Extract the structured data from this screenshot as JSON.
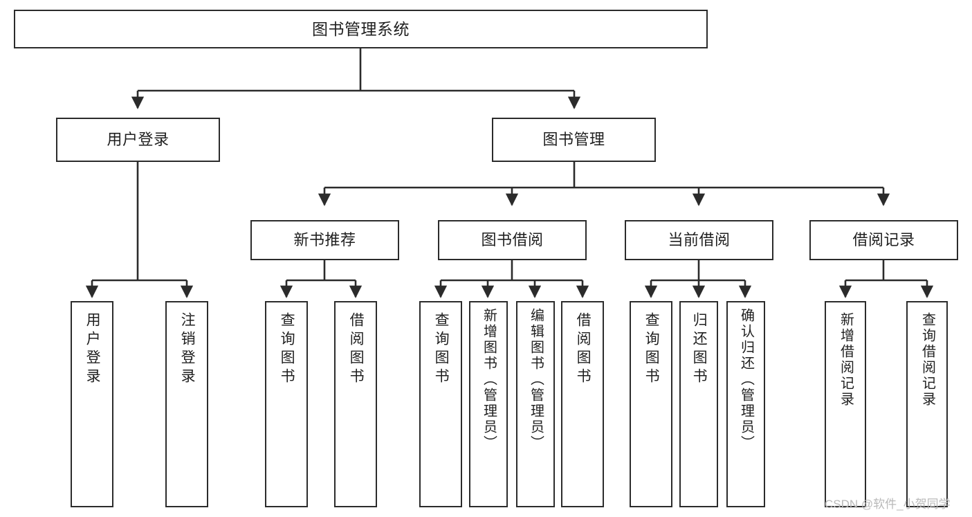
{
  "diagram": {
    "type": "tree",
    "title": "图书管理系统",
    "orientation": "top-down",
    "colors": {
      "background": "#ffffff",
      "node_border": "#2b2b2b",
      "node_fill": "#ffffff",
      "text": "#1f1f1f",
      "edge": "#2b2b2b",
      "watermark": "#b9b9b9"
    },
    "watermark": "CSDN @软件_小贺同学",
    "nodes": {
      "root": {
        "label": "图书管理系统"
      },
      "level2": [
        {
          "label": "用户登录"
        },
        {
          "label": "图书管理"
        }
      ],
      "level3": [
        {
          "label": "新书推荐"
        },
        {
          "label": "图书借阅"
        },
        {
          "label": "当前借阅"
        },
        {
          "label": "借阅记录"
        }
      ],
      "leaves": {
        "user_login": [
          {
            "label": "用户登录"
          },
          {
            "label": "注销登录"
          }
        ],
        "new_book_recommend": [
          {
            "label": "查询图书"
          },
          {
            "label": "借阅图书"
          }
        ],
        "book_borrow": [
          {
            "label": "查询图书"
          },
          {
            "label": "新增图书（管理员）"
          },
          {
            "label": "编辑图书（管理员）"
          },
          {
            "label": "借阅图书"
          }
        ],
        "current_borrow": [
          {
            "label": "查询图书"
          },
          {
            "label": "归还图书"
          },
          {
            "label": "确认归还（管理员）"
          }
        ],
        "borrow_record": [
          {
            "label": "新增借阅记录"
          },
          {
            "label": "查询借阅记录"
          }
        ]
      }
    }
  }
}
